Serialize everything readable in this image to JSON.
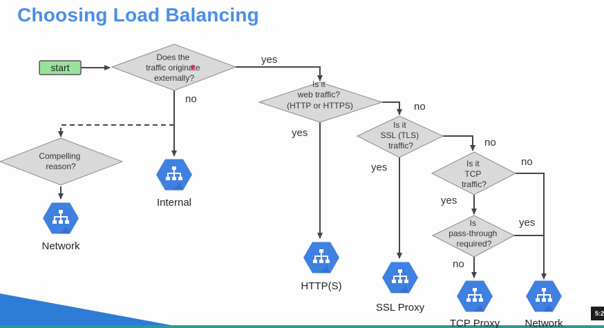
{
  "title": "Choosing Load Balancing",
  "start_label": "start",
  "decisions": {
    "external": [
      "Does the",
      "traffic originate",
      "externally?"
    ],
    "compelling": [
      "Compelling",
      "reason?"
    ],
    "web": [
      "Is it",
      "web traffic?",
      "(HTTP or HTTPS)"
    ],
    "ssl": [
      "Is it",
      "SSL (TLS)",
      "traffic?"
    ],
    "tcp": [
      "Is it",
      "TCP",
      "traffic?"
    ],
    "passthrough": [
      "Is",
      "pass-through",
      "required?"
    ]
  },
  "edges": {
    "external_yes": "yes",
    "external_no": "no",
    "web_yes": "yes",
    "web_no": "no",
    "ssl_yes": "yes",
    "ssl_no": "no",
    "tcp_yes": "yes",
    "tcp_no": "no",
    "pass_yes": "yes",
    "pass_no": "no"
  },
  "outcomes": {
    "network_left": "Network",
    "internal": "Internal",
    "https": "HTTP(S)",
    "ssl_proxy": "SSL Proxy",
    "tcp_proxy": "TCP Proxy",
    "network_right": "Network"
  },
  "icon": "load-balancing-icon",
  "video_time": "5:2",
  "colors": {
    "title": "#4a8ee6",
    "diamond_fill": "#d9d9d9",
    "start_fill": "#98e29b",
    "hex_fill": "#3f80e0",
    "footer_blue": "#2d7dd6"
  }
}
